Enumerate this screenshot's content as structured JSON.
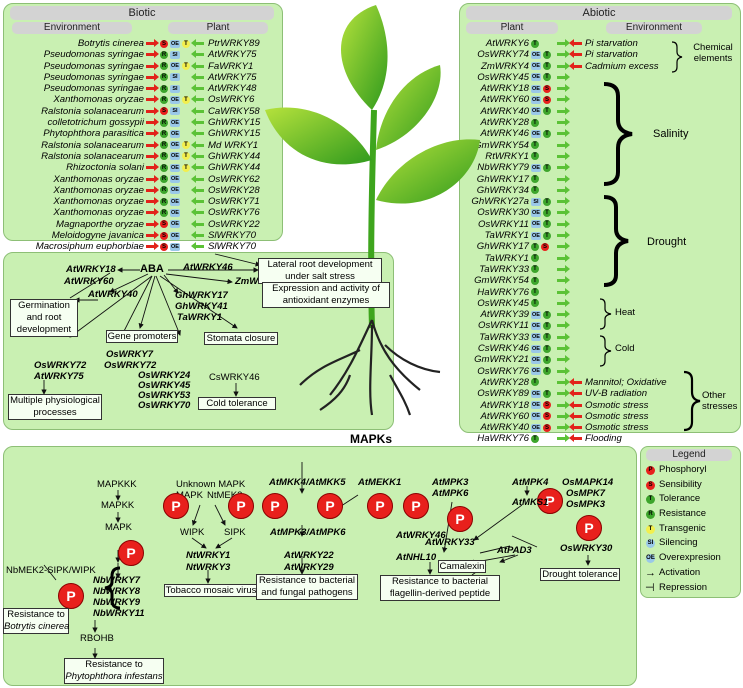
{
  "biotic": {
    "title": "Biotic",
    "col_env": "Environment",
    "col_plant": "Plant",
    "rows": [
      {
        "env": "Botrytis cinerea",
        "badges": [
          "S",
          "OE",
          "T"
        ],
        "plant": "PtrWRKY89"
      },
      {
        "env": "Pseudomonas syringae",
        "badges": [
          "R",
          "SI"
        ],
        "plant": "AtWRKY75"
      },
      {
        "env": "Pseudomonas syringae",
        "badges": [
          "R",
          "OE",
          "T"
        ],
        "plant": "FaWRKY1"
      },
      {
        "env": "Pseudomonas syringae",
        "badges": [
          "R",
          "SI"
        ],
        "plant": "AtWRKY75"
      },
      {
        "env": "Pseudomonas syringae",
        "badges": [
          "R",
          "SI"
        ],
        "plant": "AtWRKY48"
      },
      {
        "env": "Xanthomonas oryzae",
        "badges": [
          "R",
          "OE",
          "T"
        ],
        "plant": "OsWRKY6"
      },
      {
        "env": "Ralstonia solanacearum",
        "badges": [
          "S",
          "SI"
        ],
        "plant": "CaWRKY58"
      },
      {
        "env": "colletotrichum gossypii",
        "badges": [
          "R",
          "OE"
        ],
        "plant": "GhWRKY15"
      },
      {
        "env": "Phytophthora parasitica",
        "badges": [
          "R",
          "OE"
        ],
        "plant": "GhWRKY15"
      },
      {
        "env": "Ralstonia solanacearum",
        "badges": [
          "R",
          "OE",
          "T"
        ],
        "plant": "Md WRKY1"
      },
      {
        "env": "Ralstonia solanacearum",
        "badges": [
          "R",
          "OE",
          "T"
        ],
        "plant": "GhWRKY44"
      },
      {
        "env": "Rhizoctonia solani",
        "badges": [
          "R",
          "OE",
          "T"
        ],
        "plant": "GhWRKY44"
      },
      {
        "env": "Xanthomonas oryzae",
        "badges": [
          "R",
          "OE"
        ],
        "plant": "OsWRKY62"
      },
      {
        "env": "Xanthomonas oryzae",
        "badges": [
          "R",
          "OE"
        ],
        "plant": "OsWRKY28"
      },
      {
        "env": "Xanthomonas oryzae",
        "badges": [
          "R",
          "OE"
        ],
        "plant": "OsWRKY71"
      },
      {
        "env": "Xanthomonas oryzae",
        "badges": [
          "R",
          "OE"
        ],
        "plant": "OsWRKY76"
      },
      {
        "env": "Magnaporthe oryzae",
        "badges": [
          "S",
          "OE"
        ],
        "plant": "OsWRKY22"
      },
      {
        "env": "Meloidogyne javanica",
        "badges": [
          "S",
          "OE"
        ],
        "plant": "SlWRKY70"
      },
      {
        "env": "Macrosiphum euphorbiae",
        "badges": [
          "S",
          "OE"
        ],
        "plant": "SlWRKY70"
      }
    ]
  },
  "abiotic": {
    "title": "Abiotic",
    "col_plant": "Plant",
    "col_env": "Environment",
    "rows": [
      {
        "plant": "AtWRKY6",
        "badges": [
          "T"
        ],
        "env": "Pi starvation"
      },
      {
        "plant": "OsWRKY74",
        "badges": [
          "OE",
          "T"
        ],
        "env": "Pi starvation"
      },
      {
        "plant": "ZmWRKY4",
        "badges": [
          "OE",
          "T"
        ],
        "env": "Cadmium excess"
      },
      {
        "plant": "OsWRKY45",
        "badges": [
          "OE",
          "T"
        ],
        "env": ""
      },
      {
        "plant": "AtWRKY18",
        "badges": [
          "OE",
          "S"
        ],
        "env": ""
      },
      {
        "plant": "AtWRKY60",
        "badges": [
          "OE",
          "S"
        ],
        "env": ""
      },
      {
        "plant": "AtWRKY40",
        "badges": [
          "OE",
          "T"
        ],
        "env": ""
      },
      {
        "plant": "AtWRKY28",
        "badges": [
          "T"
        ],
        "env": ""
      },
      {
        "plant": "AtWRKY46",
        "badges": [
          "OE",
          "T"
        ],
        "env": ""
      },
      {
        "plant": "GmWRKY54",
        "badges": [
          "T"
        ],
        "env": ""
      },
      {
        "plant": "RtWRKY1",
        "badges": [
          "T"
        ],
        "env": ""
      },
      {
        "plant": "NbWRKY79",
        "badges": [
          "OE",
          "T"
        ],
        "env": ""
      },
      {
        "plant": "GhWRKY17",
        "badges": [
          "T"
        ],
        "env": ""
      },
      {
        "plant": "GhWRKY34",
        "badges": [
          "T"
        ],
        "env": ""
      },
      {
        "plant": "GhWRKY27a",
        "badges": [
          "SI",
          "T"
        ],
        "env": ""
      },
      {
        "plant": "OsWRKY30",
        "badges": [
          "OE",
          "T"
        ],
        "env": ""
      },
      {
        "plant": "OsWRKY11",
        "badges": [
          "OE",
          "T"
        ],
        "env": ""
      },
      {
        "plant": "TaWRKY1",
        "badges": [
          "OE",
          "T"
        ],
        "env": ""
      },
      {
        "plant": "GhWRKY17",
        "badges": [
          "T",
          "S"
        ],
        "env": ""
      },
      {
        "plant": "TaWRKY1",
        "badges": [
          "T"
        ],
        "env": ""
      },
      {
        "plant": "TaWRKY33",
        "badges": [
          "T"
        ],
        "env": ""
      },
      {
        "plant": "GmWRKY54",
        "badges": [
          "T"
        ],
        "env": ""
      },
      {
        "plant": "HaWRKY76",
        "badges": [
          "T"
        ],
        "env": ""
      },
      {
        "plant": "OsWRKY45",
        "badges": [
          "T"
        ],
        "env": ""
      },
      {
        "plant": "AtWRKY39",
        "badges": [
          "OE",
          "T"
        ],
        "env": ""
      },
      {
        "plant": "OsWRKY11",
        "badges": [
          "OE",
          "T"
        ],
        "env": ""
      },
      {
        "plant": "TaWRKY33",
        "badges": [
          "OE",
          "T"
        ],
        "env": ""
      },
      {
        "plant": "CsWRKY46",
        "badges": [
          "OE",
          "T"
        ],
        "env": ""
      },
      {
        "plant": "GmWRKY21",
        "badges": [
          "OE",
          "T"
        ],
        "env": ""
      },
      {
        "plant": "OsWRKY76",
        "badges": [
          "OE",
          "T"
        ],
        "env": ""
      },
      {
        "plant": "AtWRKY28",
        "badges": [
          "T"
        ],
        "env": "Mannitol; Oxidative"
      },
      {
        "plant": "OsWRKY89",
        "badges": [
          "OE",
          "T"
        ],
        "env": "UV-B radiation"
      },
      {
        "plant": "AtWRKY18",
        "badges": [
          "OE",
          "S"
        ],
        "env": "Osmotic stress"
      },
      {
        "plant": "AtWRKY60",
        "badges": [
          "OE",
          "S"
        ],
        "env": "Osmotic stress"
      },
      {
        "plant": "AtWRKY40",
        "badges": [
          "OE",
          "S"
        ],
        "env": "Osmotic stress"
      },
      {
        "plant": "HaWRKY76",
        "badges": [
          "T"
        ],
        "env": "Flooding"
      }
    ],
    "groups": [
      "Chemical elements",
      "Salinity",
      "Drought",
      "Heat",
      "Cold",
      "Other stresses"
    ]
  },
  "aba": {
    "aba": "ABA",
    "wrky18": "AtWRKY18",
    "wrky60": "AtWRKY60",
    "wrky40": "AtWRKY40",
    "wrky46": "AtWRKY46",
    "zm4": "ZmWRKY4",
    "gh17": "GhWRKY17",
    "gh41": "GhWRKY41",
    "ta1": "TaWRKY1",
    "os7": "OsWRKY7",
    "os72b": "OsWRKY72",
    "os24": "OsWRKY24",
    "os45": "OsWRKY45",
    "os53": "OsWRKY53",
    "os70": "OsWRKY70",
    "os72": "OsWRKY72",
    "at75": "AtWRKY75",
    "cs46": "CsWRKY46",
    "box_germ": "Germination and root development",
    "box_lat": "Lateral root development under salt stress",
    "box_expr": "Expression and activity of antioxidant enzymes",
    "box_gene": "Gene promoters",
    "box_stom": "Stomata closure",
    "box_mult": "Multiple physiological processes",
    "box_cold": "Cold tolerance"
  },
  "mapk": {
    "title": "MAPKs",
    "mapkkk": "MAPKKK",
    "mapkk": "MAPKK",
    "mapk": "MAPK",
    "unknown": "Unknown MAPK",
    "ntmek2": "NtMEK2",
    "wipk": "WIPK",
    "sipk": "SIPK",
    "ntw1": "NtWRKY1",
    "ntw3": "NtWRKY3",
    "tmv": "Tobacco mosaic virus",
    "mkk4": "AtMKK4/AtMKK5",
    "mekk1": "AtMEKK1",
    "mpk36": "AtMPK3/AtMPK6",
    "w22": "AtWRKY22",
    "w29": "AtWRKY29",
    "bact": "Resistance to bacterial and fungal pathogens",
    "mpk3": "AtMPK3",
    "mpk6": "AtMPK6",
    "w46": "AtWRKY46",
    "w33": "AtWRKY33",
    "nhl10": "AtNHL10",
    "flag": "Resistance to bacterial flagellin-derived peptide",
    "mpk4": "AtMPK4",
    "mks1": "AtMKS1",
    "pad3": "AtPAD3",
    "camalexin": "Camalexin",
    "osmapk14": "OsMAPK14",
    "osmpk7": "OsMPK7",
    "osmpk3": "OsMPK3",
    "osw30": "OsWRKY30",
    "drought": "Drought tolerance",
    "nbmek2": "NbMEK2-SIPK/WIPK",
    "nbw7": "NbWRKY7",
    "nbw8": "NbWRKY8",
    "nbw9": "NbWRKY9",
    "nbw11": "NbWRKY11",
    "botrytis_a": "Resistance to",
    "botrytis_b": "Botrytis cinerea",
    "rbohb": "RBOHB",
    "phyto_a": "Resistance to",
    "phyto_b": "Phytophthora infestans",
    "p": "P"
  },
  "legend": {
    "title": "Legend",
    "items": [
      {
        "sym": "P",
        "label": "Phosphoryl"
      },
      {
        "sym": "S",
        "label": "Sensibility"
      },
      {
        "sym": "T",
        "label": "Tolerance"
      },
      {
        "sym": "R",
        "label": "Resistance"
      },
      {
        "sym": "T",
        "label": "Transgenic"
      },
      {
        "sym": "SI",
        "label": "Silencing"
      },
      {
        "sym": "OE",
        "label": "Overexpresion"
      },
      {
        "sym": "→",
        "label": "Activation"
      },
      {
        "sym": "⊣",
        "label": "Repression"
      }
    ]
  },
  "colors": {
    "panel": "#c9f0b2",
    "red": "#e8201c",
    "green": "#3da52c",
    "arrow_red": "#e2231a",
    "arrow_green": "#5bc236",
    "yellow": "#f2ef4e",
    "blue": "#9ac8e8"
  }
}
